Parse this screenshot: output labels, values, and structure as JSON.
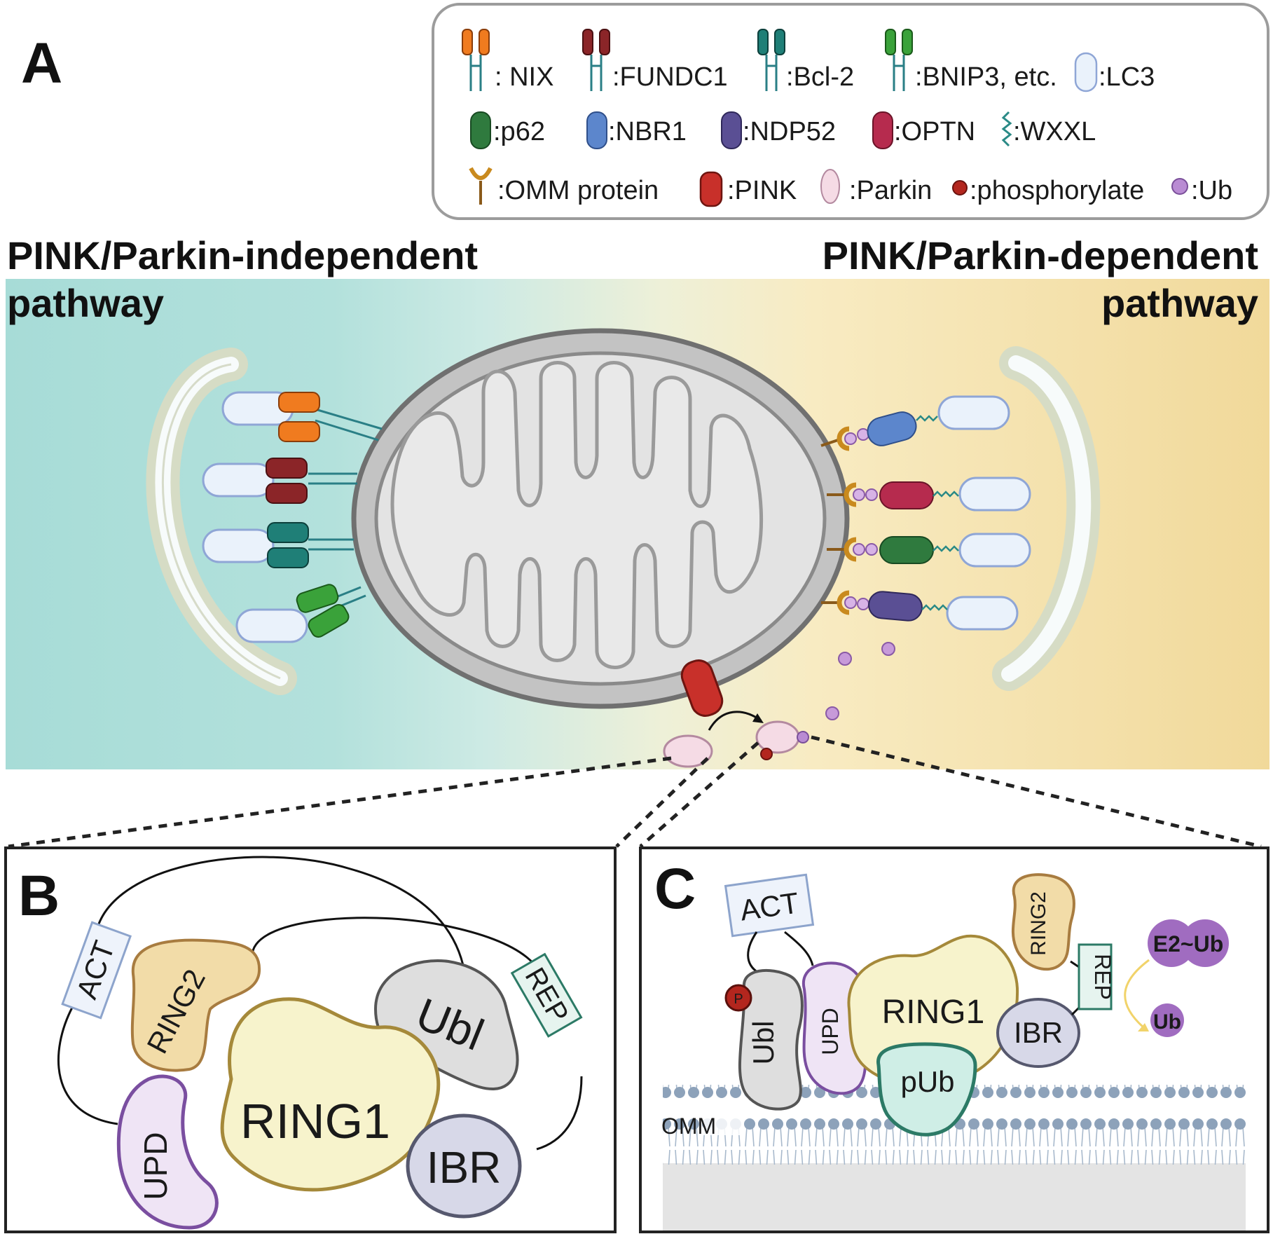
{
  "panels": {
    "a": "A",
    "b": "B",
    "c": "C"
  },
  "legend": {
    "items": [
      {
        "icon": "nix-receptor-icon",
        "label": ": NIX",
        "color": "#f07b1f"
      },
      {
        "icon": "fundc1-receptor-icon",
        "label": ":FUNDC1",
        "color": "#8b2528"
      },
      {
        "icon": "bcl2-receptor-icon",
        "label": ":Bcl-2",
        "color": "#1f7f77"
      },
      {
        "icon": "bnip3-receptor-icon",
        "label": ":BNIP3, etc.",
        "color": "#3aa23a"
      },
      {
        "icon": "lc3-icon",
        "label": ":LC3",
        "color": "#e9f1fb"
      },
      {
        "icon": "p62-icon",
        "label": ":p62",
        "color": "#2f7a3e"
      },
      {
        "icon": "nbr1-icon",
        "label": ":NBR1",
        "color": "#5c86cc"
      },
      {
        "icon": "ndp52-icon",
        "label": ":NDP52",
        "color": "#5a4f94"
      },
      {
        "icon": "optn-icon",
        "label": ":OPTN",
        "color": "#b62b4e"
      },
      {
        "icon": "wxxl-icon",
        "label": ":WXXL",
        "color": "#2a8a86"
      },
      {
        "icon": "omm-protein-icon",
        "label": ":OMM protein",
        "color": "#c98a1e"
      },
      {
        "icon": "pink-icon",
        "label": ":PINK",
        "color": "#c8302a"
      },
      {
        "icon": "parkin-icon",
        "label": ":Parkin",
        "color": "#f5dbe5"
      },
      {
        "icon": "phosphorylate-icon",
        "label": ":phosphorylate",
        "color": "#b3261e"
      },
      {
        "icon": "ub-icon",
        "label": ":Ub",
        "color": "#b98bd3"
      }
    ]
  },
  "pathways": {
    "independent_line1": "PINK/Parkin-independent",
    "independent_line2": "pathway",
    "dependent_line1": "PINK/Parkin-dependent",
    "dependent_line2": "pathway"
  },
  "panel_b": {
    "act": "ACT",
    "ring2": "RING2",
    "ubl": "Ubl",
    "rep": "REP",
    "upd": "UPD",
    "ring1": "RING1",
    "ibr": "IBR"
  },
  "panel_c": {
    "act": "ACT",
    "ring2": "RING2",
    "rep": "REP",
    "e2ub": "E2~Ub",
    "ub": "Ub",
    "p": "P",
    "ubl": "Ubl",
    "upd": "UPD",
    "ring1": "RING1",
    "ibr": "IBR",
    "pub": "pUb",
    "omm": "OMM"
  },
  "colors": {
    "teal_bg": "#a9dcd8",
    "yellow_bg": "#f3dc9c",
    "mito_outer": "#c3c3c3",
    "mito_inner": "#e3e3e3",
    "ring1": "#f7f3cc",
    "ring2": "#f2dca8",
    "upd": "#efe4f5",
    "ibr": "#d7d8e8",
    "ubl": "#dedede",
    "pub": "#cfeee6"
  }
}
